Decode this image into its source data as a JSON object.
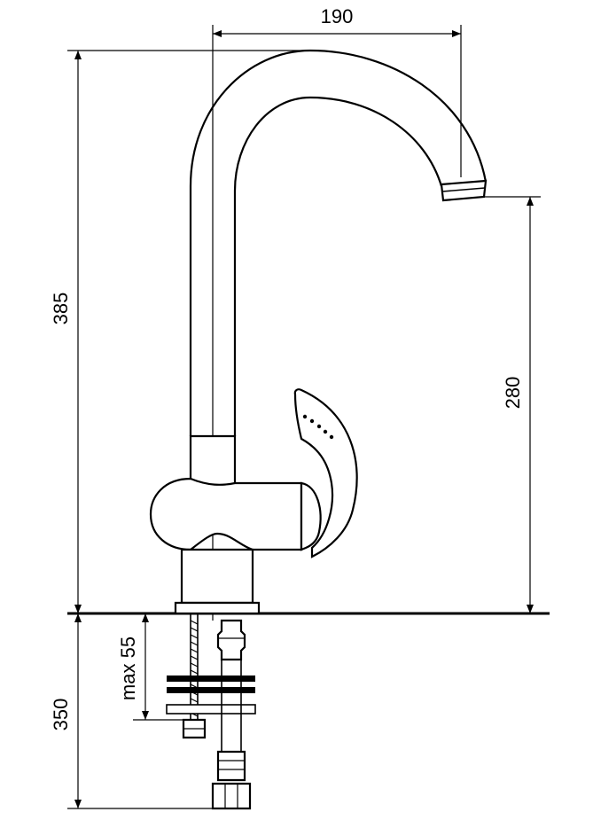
{
  "dimensions": {
    "spout_reach": "190",
    "total_height": "385",
    "spout_clearance": "280",
    "max_counter_thickness": "max 55",
    "hose_length": "350"
  }
}
